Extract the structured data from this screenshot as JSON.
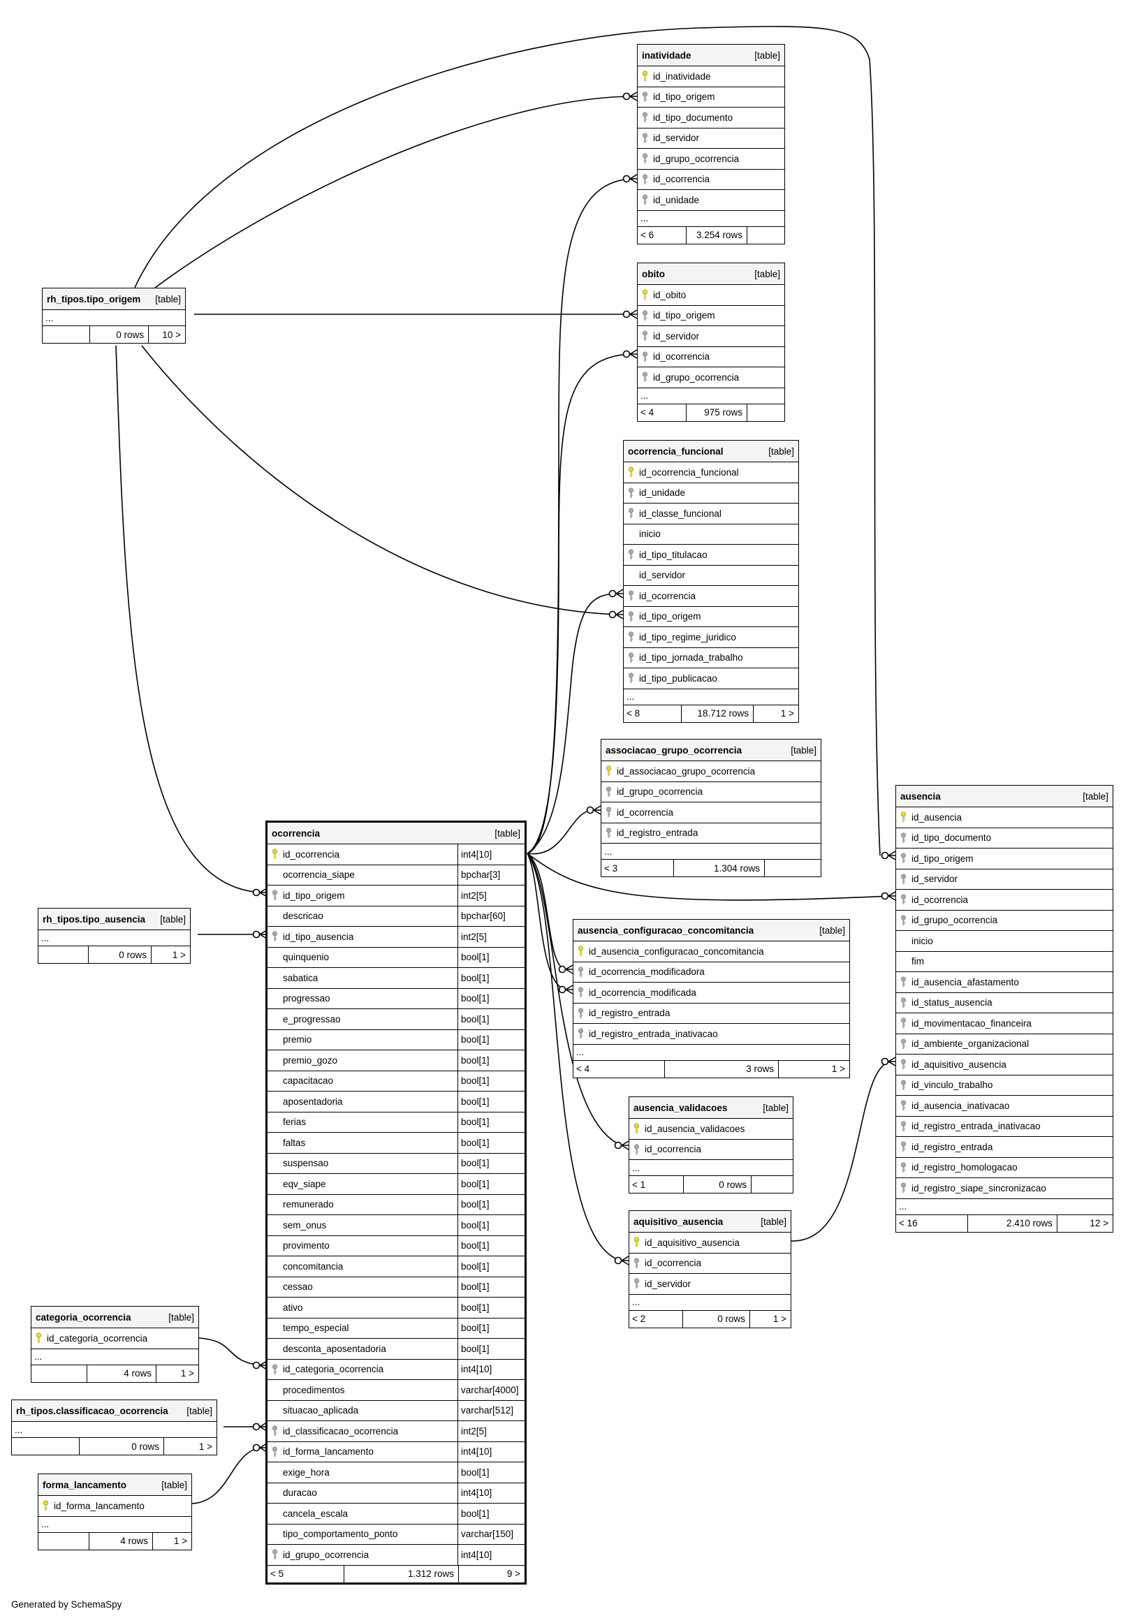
{
  "footer_text": "Generated by SchemaSpy",
  "colors": {
    "primary_key": "#f5e000",
    "foreign_key": "#aaaaaa",
    "header_bg": "#f4f4f4",
    "line": "#000000"
  },
  "tables": {
    "inatividade": {
      "name": "inatividade",
      "type": "[table]",
      "columns": [
        {
          "name": "id_inatividade",
          "key": "pk"
        },
        {
          "name": "id_tipo_origem",
          "key": "fk"
        },
        {
          "name": "id_tipo_documento",
          "key": "fk"
        },
        {
          "name": "id_servidor",
          "key": "fk"
        },
        {
          "name": "id_grupo_ocorrencia",
          "key": "fk"
        },
        {
          "name": "id_ocorrencia",
          "key": "fk"
        },
        {
          "name": "id_unidade",
          "key": "fk"
        }
      ],
      "ellipsis": "...",
      "footer": [
        "< 6",
        "3.254 rows",
        ""
      ]
    },
    "obito": {
      "name": "obito",
      "type": "[table]",
      "columns": [
        {
          "name": "id_obito",
          "key": "pk"
        },
        {
          "name": "id_tipo_origem",
          "key": "fk"
        },
        {
          "name": "id_servidor",
          "key": "fk"
        },
        {
          "name": "id_ocorrencia",
          "key": "fk"
        },
        {
          "name": "id_grupo_ocorrencia",
          "key": "fk"
        }
      ],
      "ellipsis": "...",
      "footer": [
        "< 4",
        "975 rows",
        ""
      ]
    },
    "ocorrencia_funcional": {
      "name": "ocorrencia_funcional",
      "type": "[table]",
      "columns": [
        {
          "name": "id_ocorrencia_funcional",
          "key": "pk"
        },
        {
          "name": "id_unidade",
          "key": "fk"
        },
        {
          "name": "id_classe_funcional",
          "key": "fk"
        },
        {
          "name": "inicio",
          "key": ""
        },
        {
          "name": "id_tipo_titulacao",
          "key": "fk"
        },
        {
          "name": "id_servidor",
          "key": ""
        },
        {
          "name": "id_ocorrencia",
          "key": "fk"
        },
        {
          "name": "id_tipo_origem",
          "key": "fk"
        },
        {
          "name": "id_tipo_regime_juridico",
          "key": "fk"
        },
        {
          "name": "id_tipo_jornada_trabalho",
          "key": "fk"
        },
        {
          "name": "id_tipo_publicacao",
          "key": "fk"
        }
      ],
      "ellipsis": "...",
      "footer": [
        "< 8",
        "18.712 rows",
        "1 >"
      ]
    },
    "associacao_grupo_ocorrencia": {
      "name": "associacao_grupo_ocorrencia",
      "type": "[table]",
      "columns": [
        {
          "name": "id_associacao_grupo_ocorrencia",
          "key": "pk"
        },
        {
          "name": "id_grupo_ocorrencia",
          "key": "fk"
        },
        {
          "name": "id_ocorrencia",
          "key": "fk"
        },
        {
          "name": "id_registro_entrada",
          "key": "fk"
        }
      ],
      "ellipsis": "...",
      "footer": [
        "< 3",
        "1.304 rows",
        ""
      ]
    },
    "ausencia_configuracao_concomitancia": {
      "name": "ausencia_configuracao_concomitancia",
      "type": "[table]",
      "columns": [
        {
          "name": "id_ausencia_configuracao_concomitancia",
          "key": "pk"
        },
        {
          "name": "id_ocorrencia_modificadora",
          "key": "fk"
        },
        {
          "name": "id_ocorrencia_modificada",
          "key": "fk"
        },
        {
          "name": "id_registro_entrada",
          "key": "fk"
        },
        {
          "name": "id_registro_entrada_inativacao",
          "key": "fk"
        }
      ],
      "ellipsis": "...",
      "footer": [
        "< 4",
        "3 rows",
        "1 >"
      ]
    },
    "ausencia_validacoes": {
      "name": "ausencia_validacoes",
      "type": "[table]",
      "columns": [
        {
          "name": "id_ausencia_validacoes",
          "key": "pk"
        },
        {
          "name": "id_ocorrencia",
          "key": "fk"
        }
      ],
      "ellipsis": "...",
      "footer": [
        "< 1",
        "0 rows",
        ""
      ]
    },
    "aquisitivo_ausencia": {
      "name": "aquisitivo_ausencia",
      "type": "[table]",
      "columns": [
        {
          "name": "id_aquisitivo_ausencia",
          "key": "pk"
        },
        {
          "name": "id_ocorrencia",
          "key": "fk"
        },
        {
          "name": "id_servidor",
          "key": "fk"
        }
      ],
      "ellipsis": "...",
      "footer": [
        "< 2",
        "0 rows",
        "1 >"
      ]
    },
    "ausencia": {
      "name": "ausencia",
      "type": "[table]",
      "columns": [
        {
          "name": "id_ausencia",
          "key": "pk"
        },
        {
          "name": "id_tipo_documento",
          "key": "fk"
        },
        {
          "name": "id_tipo_origem",
          "key": "fk"
        },
        {
          "name": "id_servidor",
          "key": "fk"
        },
        {
          "name": "id_ocorrencia",
          "key": "fk"
        },
        {
          "name": "id_grupo_ocorrencia",
          "key": "fk"
        },
        {
          "name": "inicio",
          "key": ""
        },
        {
          "name": "fim",
          "key": ""
        },
        {
          "name": "id_ausencia_afastamento",
          "key": "fk"
        },
        {
          "name": "id_status_ausencia",
          "key": "fk"
        },
        {
          "name": "id_movimentacao_financeira",
          "key": "fk"
        },
        {
          "name": "id_ambiente_organizacional",
          "key": "fk"
        },
        {
          "name": "id_aquisitivo_ausencia",
          "key": "fk"
        },
        {
          "name": "id_vinculo_trabalho",
          "key": "fk"
        },
        {
          "name": "id_ausencia_inativacao",
          "key": "fk"
        },
        {
          "name": "id_registro_entrada_inativacao",
          "key": "fk"
        },
        {
          "name": "id_registro_entrada",
          "key": "fk"
        },
        {
          "name": "id_registro_homologacao",
          "key": "fk"
        },
        {
          "name": "id_registro_siape_sincronizacao",
          "key": "fk"
        }
      ],
      "ellipsis": "...",
      "footer": [
        "< 16",
        "2.410 rows",
        "12 >"
      ]
    },
    "rh_tipos_tipo_origem": {
      "name": "rh_tipos.tipo_origem",
      "type": "[table]",
      "columns": [],
      "ellipsis": "...",
      "footer": [
        "",
        "0 rows",
        "10 >"
      ]
    },
    "rh_tipos_tipo_ausencia": {
      "name": "rh_tipos.tipo_ausencia",
      "type": "[table]",
      "columns": [],
      "ellipsis": "...",
      "footer": [
        "",
        "0 rows",
        "1 >"
      ]
    },
    "categoria_ocorrencia": {
      "name": "categoria_ocorrencia",
      "type": "[table]",
      "columns": [
        {
          "name": "id_categoria_ocorrencia",
          "key": "pk"
        }
      ],
      "ellipsis": "...",
      "footer": [
        "",
        "4 rows",
        "1 >"
      ]
    },
    "rh_tipos_classificacao_ocorrencia": {
      "name": "rh_tipos.classificacao_ocorrencia",
      "type": "[table]",
      "columns": [],
      "ellipsis": "...",
      "footer": [
        "",
        "0 rows",
        "1 >"
      ]
    },
    "forma_lancamento": {
      "name": "forma_lancamento",
      "type": "[table]",
      "columns": [
        {
          "name": "id_forma_lancamento",
          "key": "pk"
        }
      ],
      "ellipsis": "...",
      "footer": [
        "",
        "4 rows",
        "1 >"
      ]
    },
    "ocorrencia": {
      "name": "ocorrencia",
      "type": "[table]",
      "columns": [
        {
          "name": "id_ocorrencia",
          "key": "pk",
          "dtype": "int4[10]"
        },
        {
          "name": "ocorrencia_siape",
          "key": "",
          "dtype": "bpchar[3]"
        },
        {
          "name": "id_tipo_origem",
          "key": "fk",
          "dtype": "int2[5]"
        },
        {
          "name": "descricao",
          "key": "",
          "dtype": "bpchar[60]"
        },
        {
          "name": "id_tipo_ausencia",
          "key": "fk",
          "dtype": "int2[5]"
        },
        {
          "name": "quinquenio",
          "key": "",
          "dtype": "bool[1]"
        },
        {
          "name": "sabatica",
          "key": "",
          "dtype": "bool[1]"
        },
        {
          "name": "progressao",
          "key": "",
          "dtype": "bool[1]"
        },
        {
          "name": "e_progressao",
          "key": "",
          "dtype": "bool[1]"
        },
        {
          "name": "premio",
          "key": "",
          "dtype": "bool[1]"
        },
        {
          "name": "premio_gozo",
          "key": "",
          "dtype": "bool[1]"
        },
        {
          "name": "capacitacao",
          "key": "",
          "dtype": "bool[1]"
        },
        {
          "name": "aposentadoria",
          "key": "",
          "dtype": "bool[1]"
        },
        {
          "name": "ferias",
          "key": "",
          "dtype": "bool[1]"
        },
        {
          "name": "faltas",
          "key": "",
          "dtype": "bool[1]"
        },
        {
          "name": "suspensao",
          "key": "",
          "dtype": "bool[1]"
        },
        {
          "name": "eqv_siape",
          "key": "",
          "dtype": "bool[1]"
        },
        {
          "name": "remunerado",
          "key": "",
          "dtype": "bool[1]"
        },
        {
          "name": "sem_onus",
          "key": "",
          "dtype": "bool[1]"
        },
        {
          "name": "provimento",
          "key": "",
          "dtype": "bool[1]"
        },
        {
          "name": "concomitancia",
          "key": "",
          "dtype": "bool[1]"
        },
        {
          "name": "cessao",
          "key": "",
          "dtype": "bool[1]"
        },
        {
          "name": "ativo",
          "key": "",
          "dtype": "bool[1]"
        },
        {
          "name": "tempo_especial",
          "key": "",
          "dtype": "bool[1]"
        },
        {
          "name": "desconta_aposentadoria",
          "key": "",
          "dtype": "bool[1]"
        },
        {
          "name": "id_categoria_ocorrencia",
          "key": "fk",
          "dtype": "int4[10]"
        },
        {
          "name": "procedimentos",
          "key": "",
          "dtype": "varchar[4000]"
        },
        {
          "name": "situacao_aplicada",
          "key": "",
          "dtype": "varchar[512]"
        },
        {
          "name": "id_classificacao_ocorrencia",
          "key": "fk",
          "dtype": "int2[5]"
        },
        {
          "name": "id_forma_lancamento",
          "key": "fk",
          "dtype": "int4[10]"
        },
        {
          "name": "exige_hora",
          "key": "",
          "dtype": "bool[1]"
        },
        {
          "name": "duracao",
          "key": "",
          "dtype": "int4[10]"
        },
        {
          "name": "cancela_escala",
          "key": "",
          "dtype": "bool[1]"
        },
        {
          "name": "tipo_comportamento_ponto",
          "key": "",
          "dtype": "varchar[150]"
        },
        {
          "name": "id_grupo_ocorrencia",
          "key": "fk",
          "dtype": "int4[10]"
        }
      ],
      "footer": [
        "< 5",
        "1.312 rows",
        "9 >"
      ]
    }
  }
}
